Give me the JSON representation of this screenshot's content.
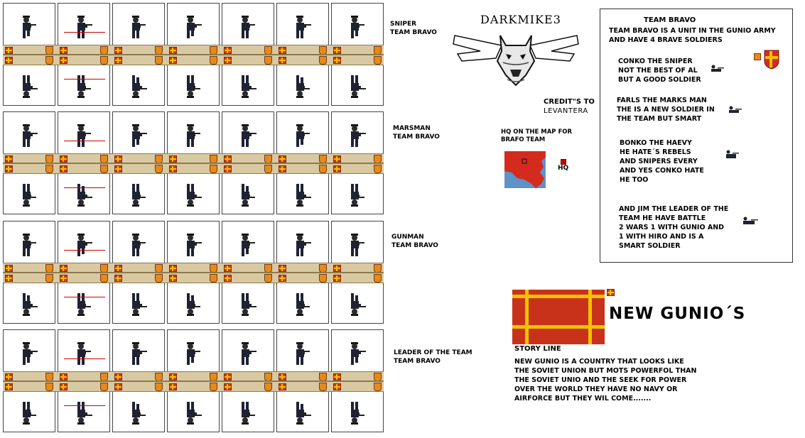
{
  "sheets": [
    {
      "role_line": "SNIPER",
      "team_line": "TEAM BRAVO"
    },
    {
      "role_line": "MARSMAN",
      "team_line": "TEAM BRAVO"
    },
    {
      "role_line": "GUNMAN",
      "team_line": "TEAM BRAVO"
    },
    {
      "role_line": "LEADER OF THE TEAM",
      "team_line": " TEAM BRAVO"
    }
  ],
  "logo": {
    "title": "DARKMIKE3",
    "icon": "winged-dog-icon"
  },
  "credits": {
    "line1": "CREDIT\"S TO",
    "line2": "LEVANTERA"
  },
  "map": {
    "caption_line1": "HQ ON THE MAP FOR",
    "caption_line2": "BRAFO TEAM",
    "legend_label": "HQ"
  },
  "team_panel": {
    "title": "TEAM BRAVO",
    "intro": [
      "TEAM BRAVO IS A UNIT IN THE GUNIO ARMY",
      "AND HAVE 4 BRAVE SOLDIERS"
    ],
    "members": [
      {
        "lines": [
          "CONKO THE SNIPER",
          "NOT THE BEST OF AL",
          "BUT A GOOD SOLDIER"
        ]
      },
      {
        "lines": [
          "FARLS THE MARKS MAN",
          "THE IS A NEW SOLDIER IN",
          "THE TEAM BUT SMART"
        ]
      },
      {
        "lines": [
          "BONKO THE HAEVY",
          "HE HATE´S REBELS",
          "AND SNIPERS EVERY",
          "AND YES CONKO HATE",
          "HE TOO"
        ]
      },
      {
        "lines": [
          "AND JIM THE LEADER OF THE",
          "TEAM HE HAVE BATTLE",
          "2 WARS 1 WITH GUNIO AND",
          "1 WITH HIRO AND IS A",
          "SMART SOLDIER"
        ]
      }
    ]
  },
  "nation": {
    "name": "NEW GUNIO´S",
    "flag_red": "#c8321a",
    "flag_cross": "#f3c200"
  },
  "story": {
    "heading": "STORY LINE",
    "lines": [
      " NEW GUNIO IS A COUNTRY THAT LOOKS LIKE",
      "THE SOVIET UNION BUT MOTS POWERFOL THAN",
      "THE SOVIET UNIO AND THE SEEK FOR POWER",
      "OVER THE WORLD THEY HAVE NO NAVY OR",
      "AIRFORCE BUT THEY WIL COME......."
    ]
  }
}
